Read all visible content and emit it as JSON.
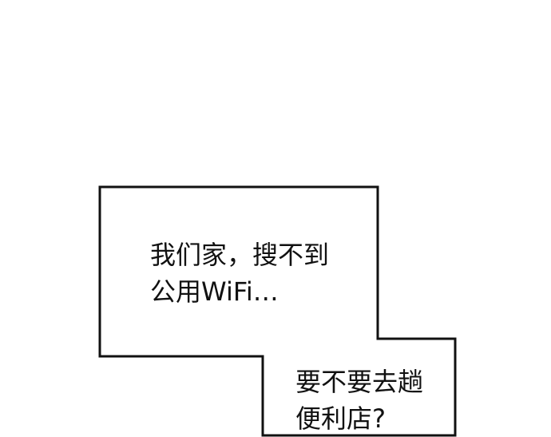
{
  "caption_box_1": {
    "lines": [
      "我们家，搜不到",
      "公用WiFi…"
    ]
  },
  "caption_box_2": {
    "lines": [
      "要不要去趟",
      "便利店?"
    ]
  }
}
